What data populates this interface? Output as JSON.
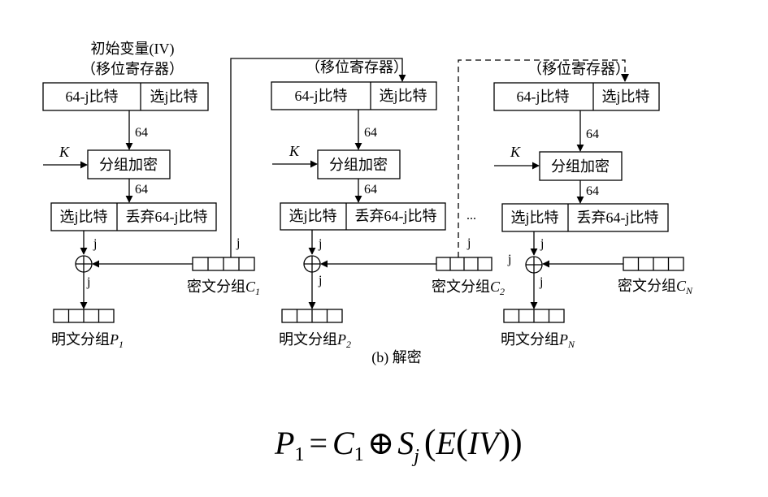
{
  "title": {
    "initial_vector": "初始变量(IV)",
    "shift_register_paren": "（移位寄存器）"
  },
  "shift_register_label": "（移位寄存器）",
  "register": {
    "left_part": "64-j比特",
    "right_part": "选j比特"
  },
  "bits_64": "64",
  "key_symbol": "K",
  "encrypt_box": "分组加密",
  "select_box": {
    "left_part": "选j比特",
    "right_part": "丢弃64-j比特"
  },
  "j_label": "j",
  "ellipsis": "...",
  "ciphertext": {
    "prefix": "密文分组",
    "c1_base": "C",
    "c1_sub": "1",
    "c2_base": "C",
    "c2_sub": "2",
    "cn_base": "C",
    "cn_sub": "N"
  },
  "plaintext": {
    "prefix": "明文分组",
    "p1_base": "P",
    "p1_sub": "1",
    "p2_base": "P",
    "p2_sub": "2",
    "pn_base": "P",
    "pn_sub": "N"
  },
  "caption": "(b) 解密",
  "formula": {
    "p": "P",
    "p_sub": "1",
    "eq": "=",
    "c": "C",
    "c_sub": "1",
    "xor": "⊕",
    "s": "S",
    "s_sub": "j",
    "lparen1": "(",
    "e": "E",
    "lparen2": "(",
    "iv": "IV",
    "rparen2": ")",
    "rparen1": ")"
  }
}
